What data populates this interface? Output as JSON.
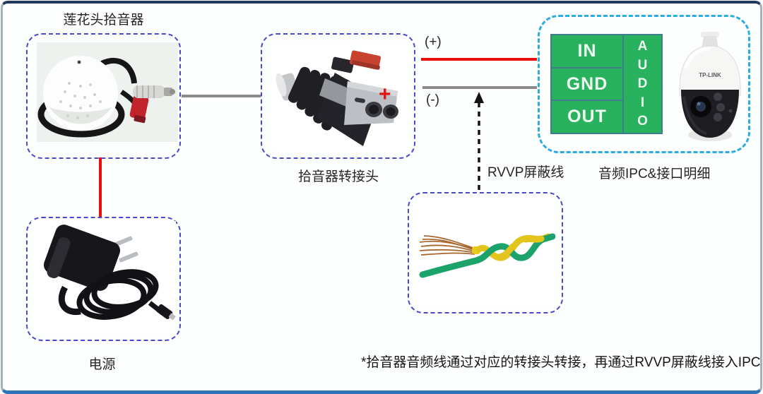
{
  "diagram": {
    "mic_label": "莲花头拾音器",
    "adapter_label": "拾音器转接头",
    "power_label": "电源",
    "rvvp_label": "RVVP屏蔽线",
    "ipc_label": "音频IPC&接口明细",
    "wire_positive_label": "(+)",
    "wire_negative_label": "(-)",
    "note": "*拾音器音频线通过对应的转接头转接，再通过RVVP屏蔽线接入IPC"
  },
  "audio_interface": {
    "rows": [
      "IN",
      "GND",
      "OUT"
    ],
    "column_label": "AUDIO",
    "letters": [
      "A",
      "U",
      "D",
      "I",
      "O"
    ]
  },
  "camera": {
    "brand": "TP-LINK"
  },
  "adapter": {
    "polarity_mark": "+"
  },
  "colors": {
    "dashed_box_purple": "#4a49ce",
    "dashed_box_cyan": "#2aabe3",
    "green_cell": "#29b25e",
    "table_border": "#3e7d8e",
    "wire_red": "#e8100c",
    "wire_gray": "#8a8a88",
    "frame_top": "#20395c",
    "frame_bottom": "#2e75b6"
  }
}
